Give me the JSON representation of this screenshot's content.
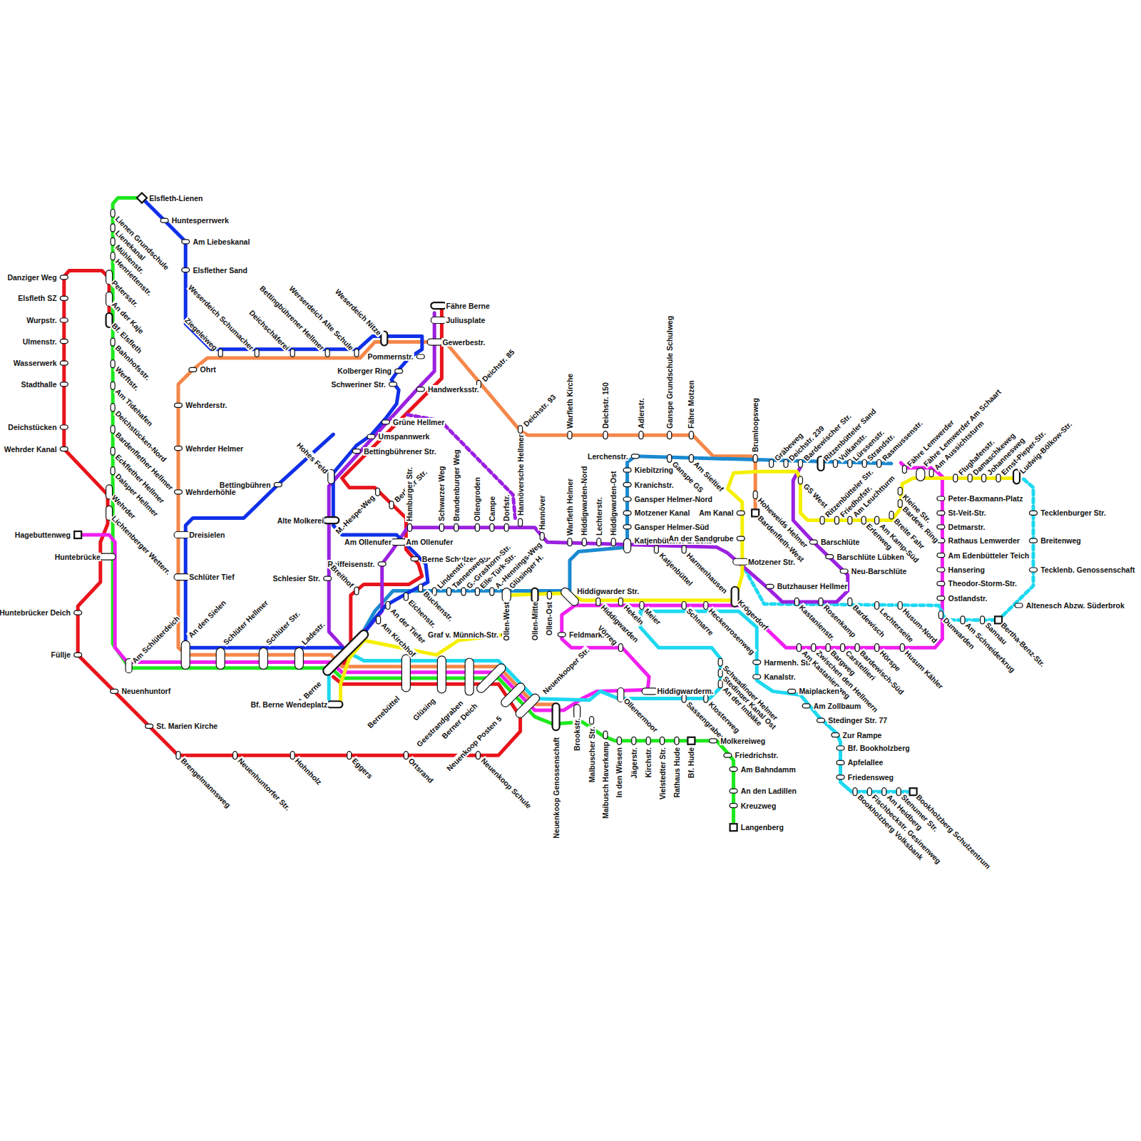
{
  "diagram": {
    "labels": [
      "Elsfleth-Lienen",
      "Huntesperrwerk",
      "Am Liebeskanal",
      "Elsflether Sand",
      "Lienen Grundschule",
      "Lienekanal",
      "Mühlenstr.",
      "Henriettenstr.",
      "Petersstr.",
      "An der Kaje",
      "Bf. Elsfleth",
      "Bahnhofsstr.",
      "Werftstr.",
      "Am Tidehafen",
      "Deichstücken-Nord",
      "Bardenflether Hellmer",
      "Eckflether Hellmer",
      "Dalsper Hellmer",
      "Wehrder",
      "Lichtenberger Wetterr.",
      "Danziger Weg",
      "Elsfleth SZ",
      "Wurpstr.",
      "Ulmenstr.",
      "Wasserwerk",
      "Stadthalle",
      "Deichstücken",
      "Wehrder Kanal",
      "Hagebuttenweg",
      "Huntebrücke",
      "Huntebrücker Deich",
      "Füllje",
      "Neuenhuntorf",
      "St. Marien Kirche",
      "Brengelmannsweg",
      "Neuenhuntorfer Str.",
      "Hohnholz",
      "Eggers",
      "Ortsrand",
      "Neuenkoop Schule",
      "Ziegeleiweg",
      "Weserdeich Schumacher",
      "Deichschäferei",
      "Bettingbührener Hellmer",
      "Werserdeich Alte Schule",
      "Weserdeich Nitze",
      "Ohrt",
      "Wehrderstr.",
      "Wehrder Helmer",
      "Wehrderhöhle",
      "Dreisielen",
      "Schlüter Tief",
      "Bettingbühren",
      "Fähre Berne",
      "Juliusplate",
      "Gewerbestr.",
      "Pommernstr.",
      "Kolberger Ring",
      "Schweriner Str.",
      "Handwerksstr.",
      "Deichstr. 85",
      "Grüne Hellmer",
      "Umspannwerk",
      "Bettingbührener Str.",
      "Hohes Feld",
      "Alte Molkerei",
      "M.-Hespe-Weg",
      "Berliner Str.",
      "Hamburger Str.",
      "Schwarzer Weg",
      "Brandenburger Weg",
      "Ollengroden",
      "Campe",
      "Dorfstr.",
      "Hannöversche Hellmer",
      "Hannöver",
      "Am Ollenufer",
      "Am Ollenufer",
      "Raiffeisenstr.",
      "Schlesier Str.",
      "Breithof",
      "Berne Schulzentrum",
      "Lindenstr.",
      "Tannenweg",
      "G.-Grashorn-Str.",
      "Elle-Türk-Str.",
      "A.-Hennings-Weg",
      "Glüsinger H.",
      "Hiddigwarder Str.",
      "Eichenstr.",
      "Buchenstr.",
      "An der Tiefer",
      "Am Kirchhof",
      "Ollen-West",
      "Ollen-Mitte",
      "Ollen-Ost",
      "Graf v. Münnich-Str.",
      "Feldmarkstr.",
      "Warfleth Helmer",
      "Hiddigwarden-Nord",
      "Lechterstr.",
      "Hiddigwarden-Ost",
      "Katjenbütteler Brücke",
      "Katjenbüttel",
      "Harmenhausen",
      "Warfleth Kirche",
      "Deichstr. 150",
      "Adlerstr.",
      "Ganspe Grundschule Schulweg",
      "Fähre Motzen",
      "Deichstr. 93",
      "Lerchenstr.",
      "Kiebitzring",
      "Kranichstr.",
      "Gansper Helmer-Nord",
      "Motzener Kanal",
      "Gansper Helmer-Süd",
      "Ganspe GS",
      "Am Sieltief",
      "Brumloopsweg",
      "Hoheweids Helmer",
      "Bardenfleth-West",
      "Am Kanal",
      "An der Sandgrube",
      "Motzener Str.",
      "Butzhauser Hellmer",
      "Kastanienstr.",
      "Rosenkamp",
      "Bardewisch",
      "Lechterseite",
      "Husum-Nord",
      "Krögerdorf",
      "Hiddigwarden",
      "Hekeln",
      "Meier",
      "Schmarre",
      "Heckenrosenweg",
      "Gräbeweg",
      "Deichstr. 239",
      "Bardewischer Str.",
      "Ritzenbütteler Sand",
      "Vulkanstr.",
      "Lürssenstr.",
      "Strandstr.",
      "Rasmussenstr.",
      "Fähre Lemwerder",
      "Fähre Lemwerder Am Schaart",
      "Am Aussichtsturm",
      "Flughafenstr.",
      "Damaschkeweg",
      "Johannesweg",
      "Ernst-Pieper-Str.",
      "Ludwig-Bölkow-Str.",
      "GS West",
      "Ritzenbütteler Str.",
      "Friedhofstr.",
      "Am Leuchtturm",
      "Erlenweg",
      "Am Kamp-Süd",
      "Breite Fahr",
      "Bardew. Ring",
      "Kleine Str.",
      "Barschlüte",
      "Barschlüte Lübken",
      "Neu-Barschlüte",
      "Peter-Baxmann-Platz",
      "St-Veit-Str.",
      "Detmarstr.",
      "Rathaus Lemwerder",
      "Am Edenbütteler Teich",
      "Hansering",
      "Theodor-Storm-Str.",
      "Ostlandstr.",
      "Tecklenburger Str.",
      "Breitenweg",
      "Tecklenb. Genossenschaft",
      "Altenesch Abzw. Süderbrok",
      "Bertha-Benz-Str.",
      "Dunwarden",
      "Am Schneiderkrug",
      "Sannau",
      "Harmenh. Str.",
      "Kanalstr.",
      "Am Kastanienweg",
      "Zwischen den Hellmern",
      "Bargweg",
      "Carstellieri",
      "Bardewisch-Süd",
      "Hörspe",
      "Husum Kähler",
      "Maiplacken",
      "Am Zollbaum",
      "Stedinger Str. 77",
      "Zur Rampe",
      "Bf. Bookholzberg",
      "Apfelallee",
      "Friedensweg",
      "Bookholzberg Volksbank",
      "Fischbeckstr. Gesinenweg",
      "Am Heidberg",
      "Stenumer Str.",
      "Bookholzberg Schulzentrum",
      "Schwadinger Helmer",
      "Stedinger Kanal Ost",
      "An der Imbäke",
      "Klosterweg",
      "Sassengraben",
      "Hiddigwarderm.",
      "Ollenermoor",
      "Vörreg",
      "Molkereiweg",
      "Bf. Hude",
      "Rathaus Hude",
      "Vielstedter Str.",
      "Kirchstr.",
      "Jägerstr.",
      "In den Wiesen",
      "Maibusch Haverkamp",
      "Malbuscher Str.",
      "Brookstr.",
      "Neuenkoop Genossenschaft",
      "Friedrichstr.",
      "Am Bahndamm",
      "An den Ladillen",
      "Kreuzweg",
      "Langenberg",
      "Am Schlüterdeich",
      "An den Sielen",
      "Schlüter Hellmer",
      "Schlüter Str.",
      "Ladestr.",
      "Bf. Berne",
      "Bf. Berne Wendeplatz",
      "Bernebüttel",
      "Glüsing",
      "Geestrandgraben",
      "Berner Deich",
      "Neuenkoop Posten 5",
      "Neuenkooper Str."
    ]
  }
}
